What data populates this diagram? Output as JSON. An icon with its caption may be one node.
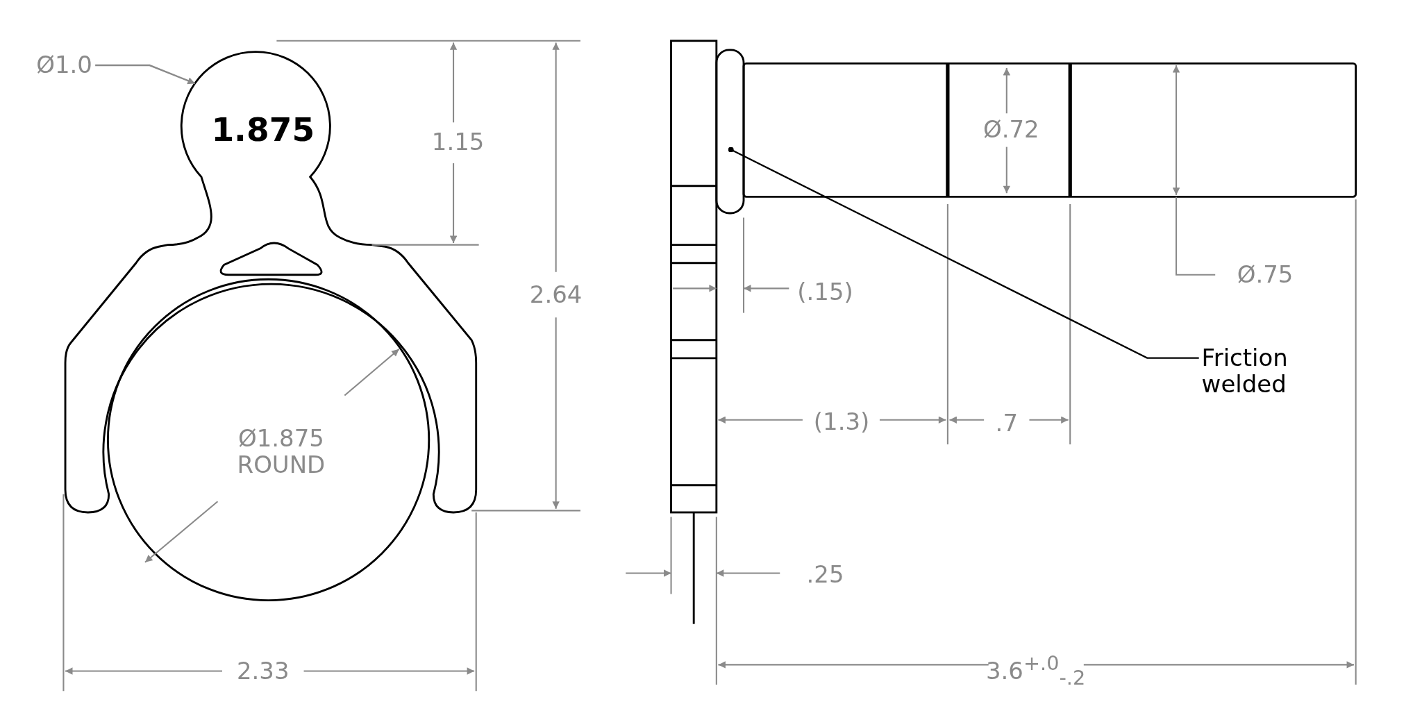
{
  "diagram": {
    "nodes": [
      {
        "text": [
          "Ø1.0"
        ]
      },
      {
        "text": [
          "Friction welded"
        ]
      }
    ],
    "edges": [
      {
        "from": 0,
        "to": null,
        "arrow": "to"
      },
      {
        "from": 1,
        "to": null,
        "arrow": "other",
        "color": "#000000"
      }
    ],
    "labels": [
      "1.875",
      "1.15",
      "2.64",
      "Ø1.875 ROUND",
      "2.33",
      "Ø.72",
      "(.15)",
      "Ø.75",
      "(1.3)",
      ".7",
      ".25",
      "3.6$^{+.0}$$_{-.2}$"
    ]
  }
}
